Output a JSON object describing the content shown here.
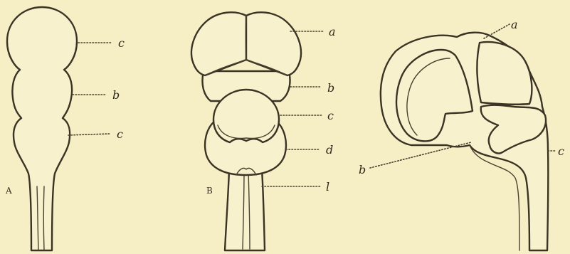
{
  "figure": {
    "panels": [
      {
        "id": "A",
        "panel_label": "A",
        "labels": [
          "c",
          "b",
          "c"
        ]
      },
      {
        "id": "B",
        "panel_label": "B",
        "labels": [
          "a",
          "b",
          "c",
          "d",
          "l"
        ]
      },
      {
        "id": "C",
        "panel_label": "",
        "labels": [
          "a",
          "b",
          "c"
        ]
      }
    ]
  }
}
